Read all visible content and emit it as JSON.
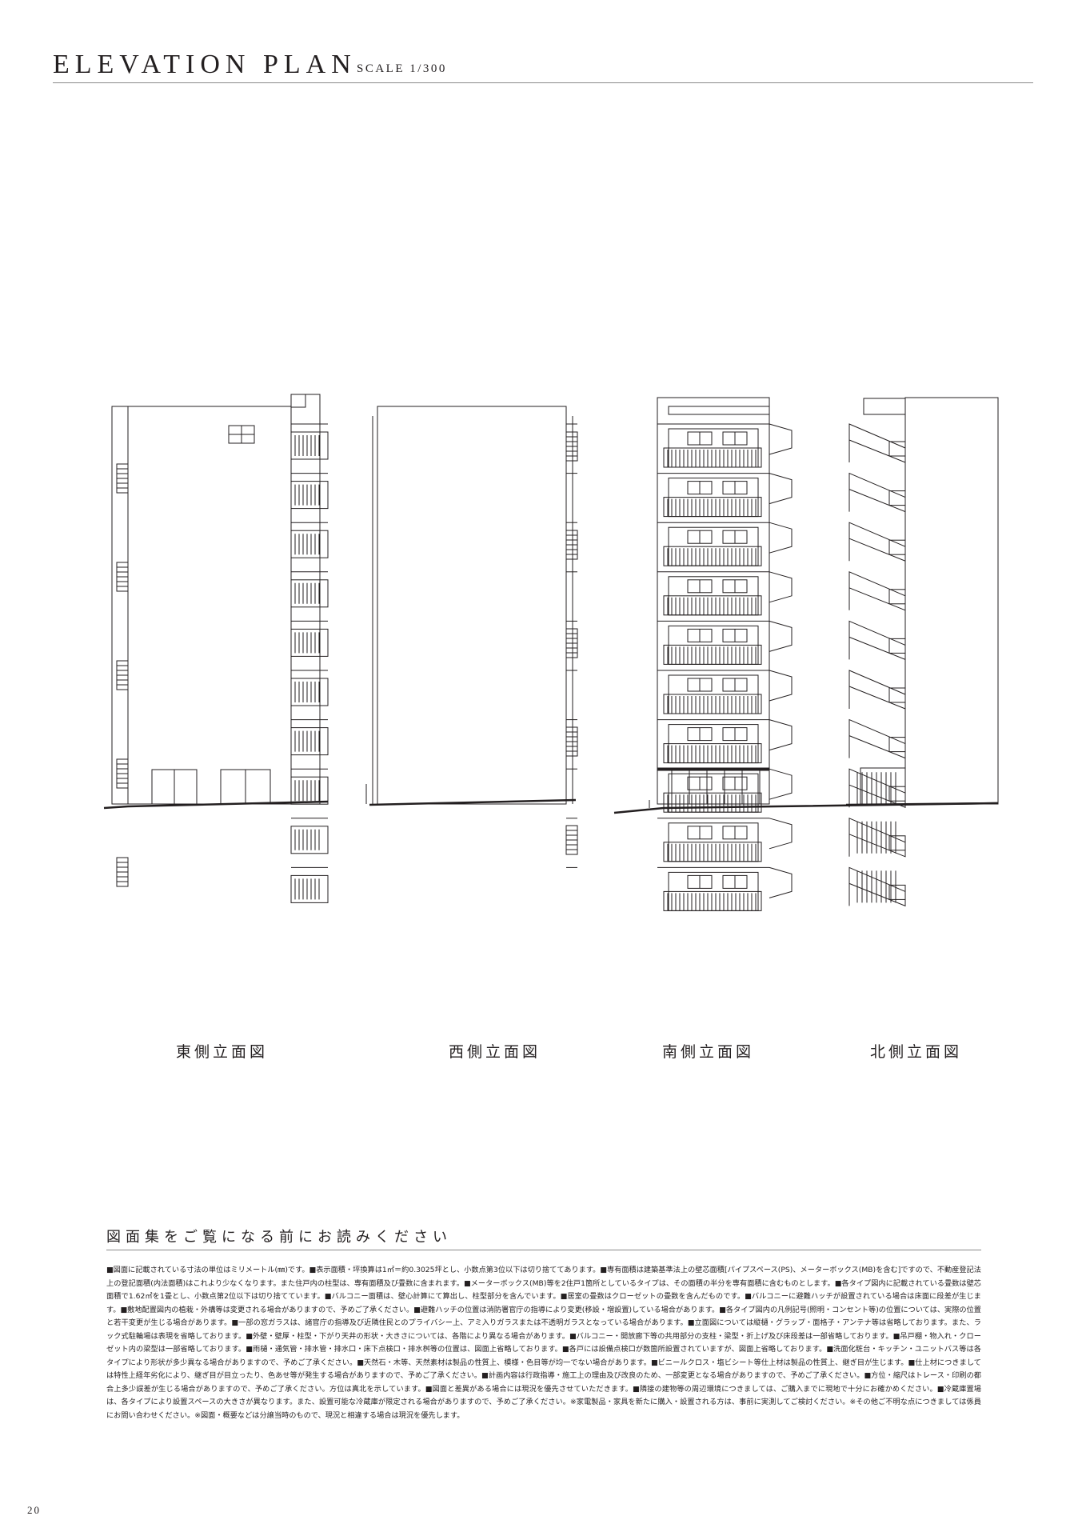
{
  "header": {
    "title": "ELEVATION PLAN",
    "scale": "SCALE 1/300"
  },
  "elevations": [
    {
      "label": "東側立面図"
    },
    {
      "label": "西側立面図"
    },
    {
      "label": "南側立面図"
    },
    {
      "label": "北側立面図"
    }
  ],
  "notes": {
    "heading": "図面集をご覧になる前にお読みください",
    "body": "■図面に記載されている寸法の単位はミリメートル(㎜)です。■表示面積・坪換算は1㎡＝約0.3025坪とし、小数点第3位以下は切り捨ててあります。■専有面積は建築基準法上の壁芯面積[パイプスペース(PS)、メーターボックス(MB)を含む]ですので、不動産登記法上の登記面積(内法面積)はこれより少なくなります。また住戸内の柱型は、専有面積及び畳数に含まれます。■メーターボックス(MB)等を2住戸1箇所としているタイプは、その面積の半分を専有面積に含むものとします。■各タイプ図内に記載されている畳数は壁芯面積で1.62㎡を1畳とし、小数点第2位以下は切り捨てています。■バルコニー面積は、壁心計算にて算出し、柱型部分を含んでいます。■居室の畳数はクローゼットの畳数を含んだものです。■バルコニーに避難ハッチが設置されている場合は床面に段差が生じます。■敷地配置図内の植栽・外構等は変更される場合がありますので、予めご了承ください。■避難ハッチの位置は消防署官庁の指導により変更(移設・増設置)している場合があります。■各タイプ図内の凡例記号(照明・コンセント等)の位置については、実際の位置と若干変更が生じる場合があります。■一部の窓ガラスは、諸官庁の指導及び近隣住民とのプライバシー上、アミ入りガラスまたは不透明ガラスとなっている場合があります。■立面図については縦樋・グラップ・面格子・アンテナ等は省略しております。また、ラック式駐輪場は表現を省略しております。■外壁・壁厚・柱型・下がり天井の形状・大きさについては、各階により異なる場合があります。■バルコニー・開放廊下等の共用部分の支柱・梁型・折上げ及び床段差は一部省略しております。■吊戸棚・物入れ・クローゼット内の梁型は一部省略しております。■雨樋・通気管・排水管・排水口・床下点検口・排水桝等の位置は、図面上省略しております。■各戸には設備点検口が数箇所設置されていますが、図面上省略しております。■洗面化粧台・キッチン・ユニットバス等は各タイプにより形状が多少異なる場合がありますので、予めご了承ください。■天然石・木等、天然素材は製品の性質上、模様・色目等が均一でない場合があります。■ビニールクロス・塩ビシート等仕上材は製品の性質上、継ぎ目が生じます。■仕上材につきましては特性上経年劣化により、継ぎ目が目立ったり、色あせ等が発生する場合がありますので、予めご了承ください。■計画内容は行政指導・施工上の理由及び改良のため、一部変更となる場合がありますので、予めご了承ください。■方位・縮尺はトレース・印刷の都合上多少誤差が生じる場合がありますので、予めご了承ください。方位は真北を示しています。■図面と差異がある場合には現況を優先させていただきます。■隣接の建物等の周辺環境につきましては、ご購入までに現地で十分にお確かめください。■冷蔵庫置場は、各タイプにより設置スペースの大きさが異なります。また、設置可能な冷蔵庫が限定される場合がありますので、予めご了承ください。※家電製品・家具を新たに購入・設置される方は、事前に実測してご検討ください。※その他ご不明な点につきましては係員にお問い合わせください。※図面・概要などは分譲当時のもので、現況と相違する場合は現況を優先します。"
  },
  "page_number": "20"
}
